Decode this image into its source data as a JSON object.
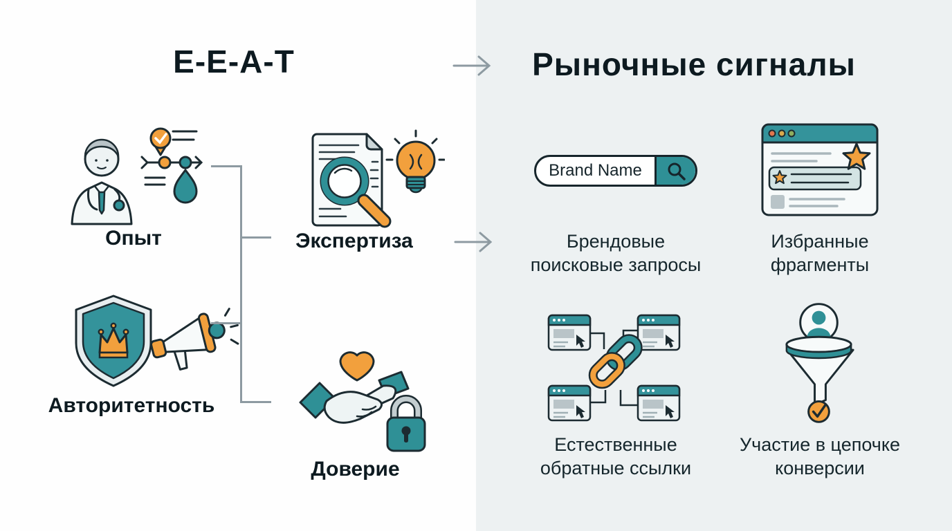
{
  "diagram": {
    "left": {
      "title": "E-E-A-T",
      "items": [
        {
          "label": "Опыт"
        },
        {
          "label": "Экспертиза"
        },
        {
          "label": "Авторитетность"
        },
        {
          "label": "Доверие"
        }
      ]
    },
    "right": {
      "title": "Рыночные сигналы",
      "search_pill": {
        "text": "Brand Name"
      },
      "items": [
        {
          "line1": "Брендовые",
          "line2": "поисковые запросы"
        },
        {
          "line1": "Избранные",
          "line2": "фрагменты"
        },
        {
          "line1": "Естественные",
          "line2": "обратные ссылки"
        },
        {
          "line1": "Участие в цепочке",
          "line2": "конверсии"
        }
      ]
    },
    "colors": {
      "teal": "#2f9096",
      "orange": "#f2a03d",
      "outline": "#1c2b31",
      "connector_gray": "#8d9aa1",
      "right_panel_bg": "#edf1f2"
    }
  }
}
